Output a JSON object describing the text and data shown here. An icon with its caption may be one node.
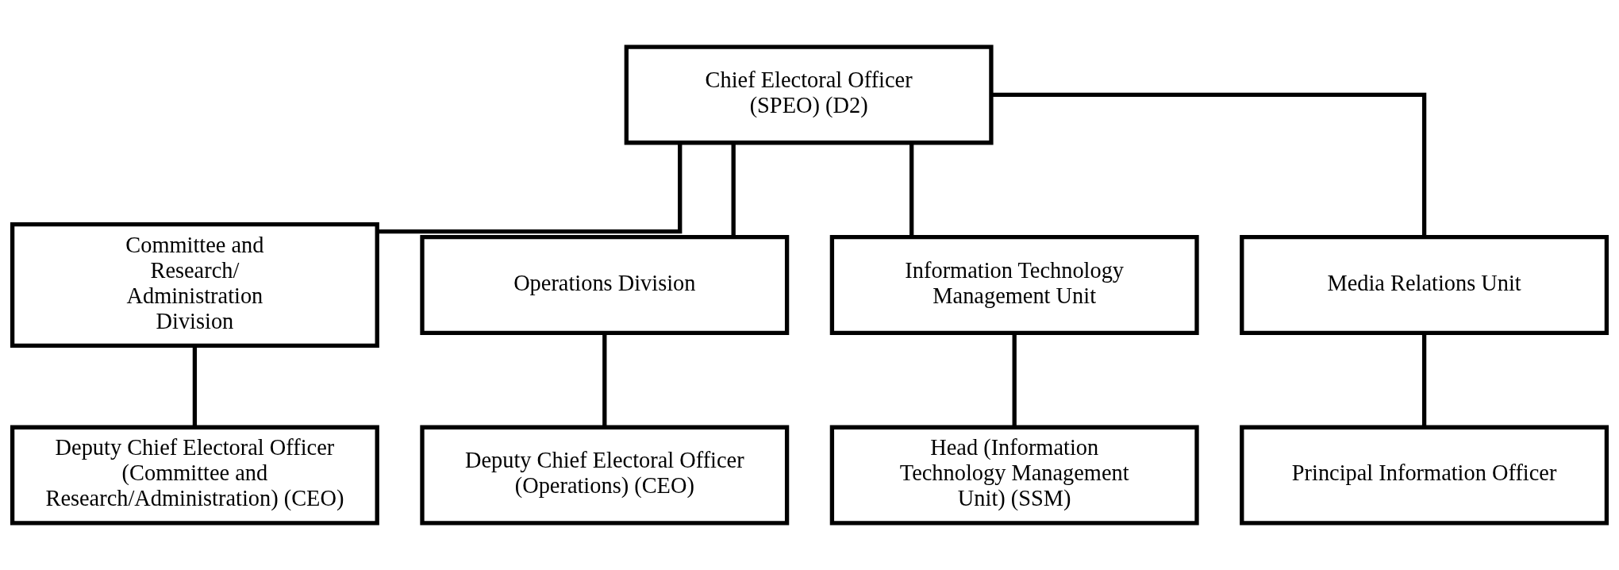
{
  "diagram": {
    "nodes": [
      {
        "text": [
          "Chief Electoral Officer (SPEO) (D2)"
        ]
      },
      {
        "text": [
          "Committee and Research/ Administration Division"
        ]
      },
      {
        "text": [
          "Operations Division"
        ]
      },
      {
        "text": [
          "Information Technology Management Unit"
        ]
      },
      {
        "text": [
          "Media Relations Unit"
        ]
      },
      {
        "text": [
          "Deputy Chief Electoral Officer (Committee and Research/Administration) (CEO)"
        ]
      },
      {
        "text": [
          "Deputy Chief Electoral Officer (Operations) (CEO)"
        ]
      },
      {
        "text": [
          "Head (Information Technology Management Unit) (SSM)"
        ]
      },
      {
        "text": [
          "Principal Information Officer"
        ]
      }
    ],
    "edges": [
      {
        "from": 0,
        "to": 1,
        "arrow": "none"
      },
      {
        "from": 0,
        "to": 2,
        "arrow": "none"
      },
      {
        "from": 0,
        "to": 3,
        "arrow": "none"
      },
      {
        "from": 0,
        "to": 4,
        "arrow": "none"
      },
      {
        "from": 1,
        "to": 5,
        "arrow": "none"
      },
      {
        "from": 2,
        "to": 6,
        "arrow": "none"
      },
      {
        "from": 3,
        "to": 7,
        "arrow": "none"
      },
      {
        "from": 4,
        "to": 8,
        "arrow": "none"
      }
    ]
  }
}
